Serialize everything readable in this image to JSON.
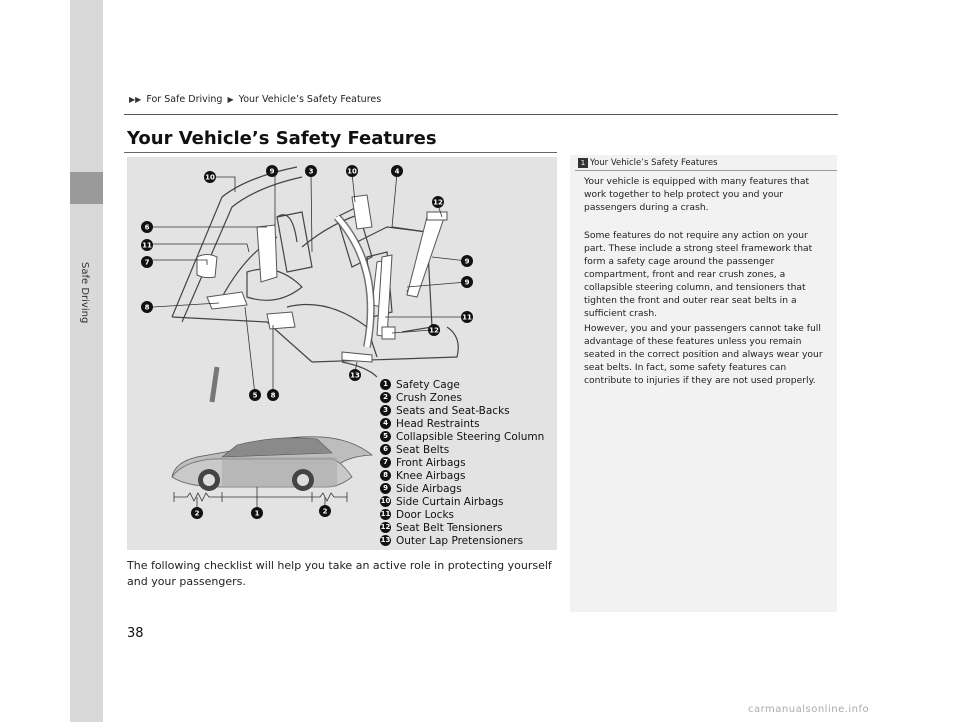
{
  "breadcrumb": {
    "level1": "For Safe Driving",
    "level2": "Your Vehicle’s Safety Features"
  },
  "sidebar": {
    "label": "Safe Driving"
  },
  "page": {
    "title": "Your Vehicle’s Safety Features",
    "number": "38"
  },
  "legend": [
    {
      "num": "1",
      "label": "Safety Cage"
    },
    {
      "num": "2",
      "label": "Crush Zones"
    },
    {
      "num": "3",
      "label": "Seats and Seat-Backs"
    },
    {
      "num": "4",
      "label": "Head Restraints"
    },
    {
      "num": "5",
      "label": "Collapsible Steering Column"
    },
    {
      "num": "6",
      "label": "Seat Belts"
    },
    {
      "num": "7",
      "label": "Front Airbags"
    },
    {
      "num": "8",
      "label": "Knee Airbags"
    },
    {
      "num": "9",
      "label": "Side Airbags"
    },
    {
      "num": "10",
      "label": "Side Curtain Airbags"
    },
    {
      "num": "11",
      "label": "Door Locks"
    },
    {
      "num": "12",
      "label": "Seat Belt Tensioners"
    },
    {
      "num": "13",
      "label": "Outer Lap Pretensioners"
    }
  ],
  "body": {
    "text": "The following checklist will help you take an active role in protecting yourself and your passengers."
  },
  "note": {
    "marker": "1",
    "title": "Your Vehicle’s Safety Features",
    "p1": "Your vehicle is equipped with many features that work together to help protect you and your passengers during a crash.",
    "p2": "Some features do not require any action on your part. These include a strong steel framework that form a safety cage around the passenger compartment, front and rear crush zones, a collapsible steering column, and tensioners that tighten the front and outer rear seat belts in a sufficient crash.",
    "p3": "However, you and your passengers cannot take full advantage of these features unless you remain seated in the correct position and always wear your seat belts. In fact, some safety features can contribute to injuries if they are not used properly."
  },
  "watermark": "carmanualsonline.info"
}
